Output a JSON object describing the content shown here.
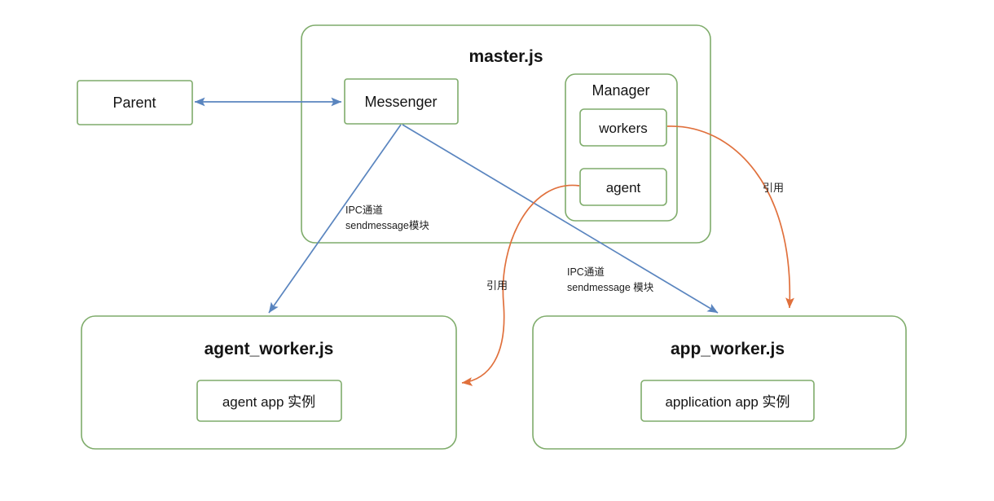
{
  "diagram": {
    "title_hidden": "",
    "palette": {
      "box_border": "#7fac6b",
      "box_fill": "#ffffff",
      "blue_edge": "#5a85bf",
      "orange_edge": "#e0703c",
      "text": "#141414",
      "background": "#ffffff"
    },
    "nodes": {
      "parent": {
        "label": "Parent"
      },
      "master": {
        "label": "master.js"
      },
      "messenger": {
        "label": "Messenger"
      },
      "manager": {
        "label": "Manager"
      },
      "workers": {
        "label": "workers"
      },
      "agent": {
        "label": "agent"
      },
      "agent_worker": {
        "label": "agent_worker.js"
      },
      "agent_app_instance": {
        "label": "agent app 实例"
      },
      "app_worker": {
        "label": "app_worker.js"
      },
      "application_app_instance": {
        "label": "application app 实例"
      }
    },
    "edges": [
      {
        "id": "parent-messenger",
        "from": "parent",
        "to": "messenger",
        "color": "#5a85bf",
        "style": "straight",
        "arrows": "both",
        "label": ""
      },
      {
        "id": "messenger-agent-worker",
        "from": "messenger",
        "to": "agent_worker",
        "color": "#5a85bf",
        "style": "straight",
        "arrows": "end",
        "label_line1": "IPC通道",
        "label_line2": "sendmessage模块"
      },
      {
        "id": "messenger-app-worker",
        "from": "messenger",
        "to": "app_worker",
        "color": "#5a85bf",
        "style": "straight",
        "arrows": "end",
        "label_line1": "IPC通道",
        "label_line2": "sendmessage 模块"
      },
      {
        "id": "workers-app-worker",
        "from": "workers",
        "to": "app_worker",
        "color": "#e0703c",
        "style": "curve",
        "arrows": "end",
        "label": "引用"
      },
      {
        "id": "agent-agent-worker",
        "from": "agent",
        "to": "agent_worker",
        "color": "#e0703c",
        "style": "curve",
        "arrows": "end",
        "label": "引用"
      }
    ]
  }
}
